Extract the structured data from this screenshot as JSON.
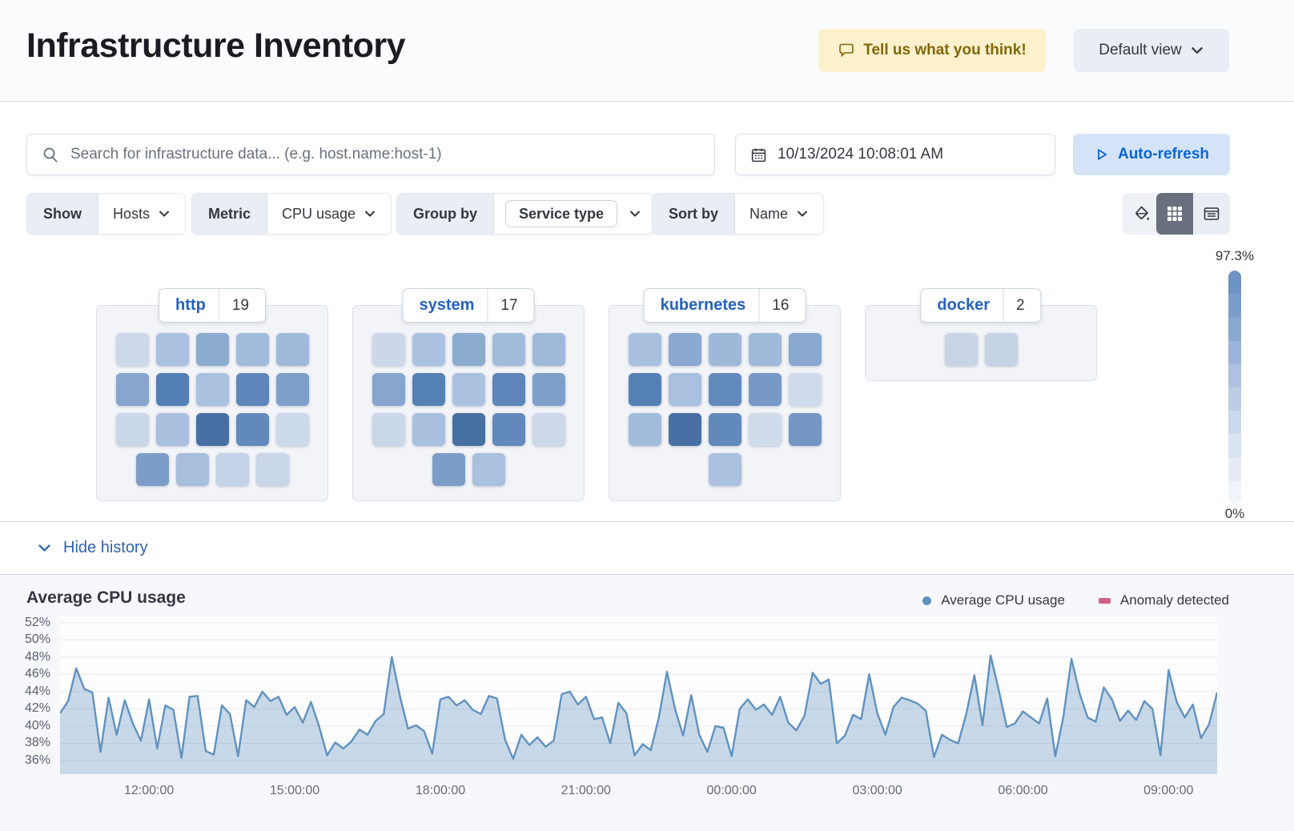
{
  "header": {
    "title": "Infrastructure Inventory",
    "feedback_label": "Tell us what you think!",
    "view_selector_label": "Default view"
  },
  "toolbar": {
    "search_placeholder": "Search for infrastructure data... (e.g. host.name:host-1)",
    "datetime": "10/13/2024 10:08:01 AM",
    "auto_refresh_label": "Auto-refresh"
  },
  "filters": {
    "show": {
      "label": "Show",
      "value": "Hosts"
    },
    "metric": {
      "label": "Metric",
      "value": "CPU usage"
    },
    "group_by": {
      "label": "Group by",
      "value": "Service type"
    },
    "sort_by": {
      "label": "Sort by",
      "value": "Name"
    }
  },
  "icons": {
    "feedback": "speech-bubble-icon",
    "search": "magnifier-icon",
    "date": "calendar-icon",
    "auto_refresh": "play-outline-icon",
    "palette": "paint-bucket-icon",
    "view_map": "grid-icon",
    "view_table": "table-icon",
    "dropdowns": "chevron-down-icon"
  },
  "legend_bar": {
    "max_label": "97.3%",
    "min_label": "0%",
    "steps": [
      "#6c93c4",
      "#7b9dcb",
      "#8aa9d1",
      "#9cb4d9",
      "#adc1e0",
      "#bccde6",
      "#ccd8ec",
      "#dae3f1",
      "#e6ecf6",
      "#f1f5fa"
    ]
  },
  "groups": [
    {
      "name": "http",
      "count": "19",
      "rows": [
        [
          "#cdd9ea",
          "#abc1df",
          "#8caccf",
          "#a3bbdb",
          "#a0b9da"
        ],
        [
          "#87a5cd",
          "#537fb4",
          "#aac1df",
          "#5e86ba",
          "#7e9fca"
        ],
        [
          "#cad7e9",
          "#aabfdd",
          "#476fa3",
          "#6289bb",
          "#ccd9ea"
        ],
        [
          "#7d9dc9",
          "#a7bedd",
          "#c4d3e7",
          "#c8d6e8"
        ]
      ]
    },
    {
      "name": "system",
      "count": "17",
      "rows": [
        [
          "#ccd8ea",
          "#abc1df",
          "#8caccf",
          "#a3bbdb",
          "#a0b9da"
        ],
        [
          "#87a5cd",
          "#5581b5",
          "#abc1df",
          "#5d85b9",
          "#7e9fca"
        ],
        [
          "#cad7e9",
          "#a9bfde",
          "#46709f",
          "#6289bb",
          "#cdd9ea"
        ],
        [
          "#7d9dc9",
          "#a9c0de"
        ]
      ]
    },
    {
      "name": "kubernetes",
      "count": "16",
      "rows": [
        [
          "#a8bfdd",
          "#8aa8d0",
          "#9fb8da",
          "#a0b9da",
          "#8aa8d0"
        ],
        [
          "#5480b4",
          "#a9c0de",
          "#638abc",
          "#7799c7",
          "#cfdbec"
        ],
        [
          "#a3bbdb",
          "#476fa3",
          "#6289bb",
          "#d0dcec",
          "#7496c5"
        ],
        [
          "#abc1df"
        ]
      ]
    },
    {
      "name": "docker",
      "count": "2",
      "rows": [
        [
          "#c8d4e6",
          "#c6d3e6"
        ]
      ]
    }
  ],
  "history_toggle": {
    "label": "Hide history"
  },
  "chart_data": {
    "type": "area",
    "title": "Average CPU usage",
    "xlabel": "",
    "ylabel": "",
    "grid": true,
    "legend_position": "top-right",
    "legend": [
      {
        "label": "Average CPU usage",
        "color": "#6092c0",
        "shape": "dot"
      },
      {
        "label": "Anomaly detected",
        "color": "#d36086",
        "shape": "bar"
      }
    ],
    "y_ticks": [
      "52%",
      "50%",
      "48%",
      "46%",
      "44%",
      "42%",
      "40%",
      "38%",
      "36%"
    ],
    "ylim": [
      36,
      52
    ],
    "x_ticks": [
      {
        "label": "12:00:00",
        "f": 0.0769
      },
      {
        "label": "15:00:00",
        "f": 0.2028
      },
      {
        "label": "18:00:00",
        "f": 0.3287
      },
      {
        "label": "21:00:00",
        "f": 0.4545
      },
      {
        "label": "00:00:00",
        "f": 0.5804
      },
      {
        "label": "03:00:00",
        "f": 0.7063
      },
      {
        "label": "06:00:00",
        "f": 0.8322
      },
      {
        "label": "09:00:00",
        "f": 0.958
      }
    ],
    "series": [
      {
        "name": "Average CPU usage",
        "color": "#6092c0",
        "fill": "#6092c0",
        "fill_opacity": 0.35,
        "values": [
          41.5,
          42.9,
          46.7,
          44.3,
          43.9,
          37.0,
          43.3,
          39.0,
          43.0,
          40.3,
          38.3,
          43.1,
          37.4,
          42.4,
          41.9,
          36.3,
          43.4,
          43.5,
          37.1,
          36.7,
          42.4,
          41.4,
          36.5,
          43.0,
          42.2,
          44.0,
          42.9,
          43.4,
          41.3,
          42.2,
          40.4,
          42.8,
          40.0,
          36.6,
          38.1,
          37.4,
          38.2,
          39.6,
          39.0,
          40.6,
          41.4,
          48.0,
          43.5,
          39.7,
          40.1,
          39.4,
          36.8,
          43.1,
          43.4,
          42.4,
          43.0,
          41.9,
          41.4,
          43.5,
          43.2,
          38.4,
          36.2,
          39.0,
          37.8,
          38.7,
          37.6,
          38.3,
          43.7,
          44.0,
          42.5,
          43.4,
          40.8,
          41.0,
          38.0,
          42.7,
          41.5,
          36.6,
          37.9,
          37.2,
          41.0,
          46.3,
          42.0,
          38.9,
          43.6,
          39.0,
          37.0,
          40.0,
          39.8,
          36.5,
          42.0,
          43.1,
          41.9,
          42.5,
          41.3,
          43.4,
          40.4,
          39.5,
          41.2,
          46.2,
          44.9,
          45.4,
          38.0,
          38.9,
          41.3,
          40.8,
          46.0,
          41.5,
          39.0,
          42.2,
          43.3,
          43.0,
          42.6,
          41.8,
          36.4,
          39.0,
          38.4,
          38.0,
          41.4,
          45.9,
          40.1,
          48.2,
          44.2,
          39.9,
          40.3,
          41.7,
          41.0,
          40.3,
          43.2,
          36.5,
          41.1,
          47.8,
          43.8,
          41.0,
          40.5,
          44.5,
          43.1,
          40.6,
          41.8,
          40.7,
          42.9,
          42.0,
          36.6,
          46.5,
          42.8,
          41.0,
          42.5,
          38.6,
          40.2,
          43.9
        ]
      }
    ]
  }
}
